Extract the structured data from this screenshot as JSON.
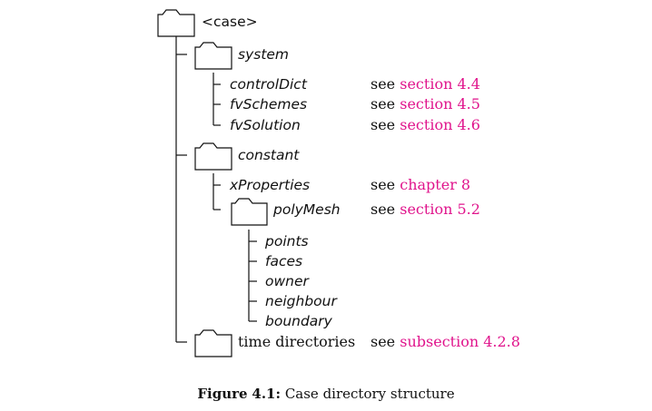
{
  "tree": {
    "root_label": "<case>",
    "system": {
      "label": "system",
      "files": [
        {
          "label": "controlDict",
          "see": "see",
          "ref": "section 4.4"
        },
        {
          "label": "fvSchemes",
          "see": "see",
          "ref": "section 4.5"
        },
        {
          "label": "fvSolution",
          "see": "see",
          "ref": "section 4.6"
        }
      ]
    },
    "constant": {
      "label": "constant",
      "properties": {
        "label": "xProperties",
        "see": "see",
        "ref": "chapter 8"
      },
      "polymesh": {
        "label": "polyMesh",
        "see": "see",
        "ref": "section 5.2",
        "files": [
          "points",
          "faces",
          "owner",
          "neighbour",
          "boundary"
        ]
      }
    },
    "time": {
      "label": "time directories",
      "see": "see",
      "ref": "subsection 4.2.8"
    }
  },
  "caption": {
    "prefix": "Figure",
    "number": "4.1:",
    "text": "Case directory structure"
  },
  "colors": {
    "link": "#e0148c",
    "text": "#111111"
  },
  "icons": {
    "folder": "folder-icon"
  }
}
